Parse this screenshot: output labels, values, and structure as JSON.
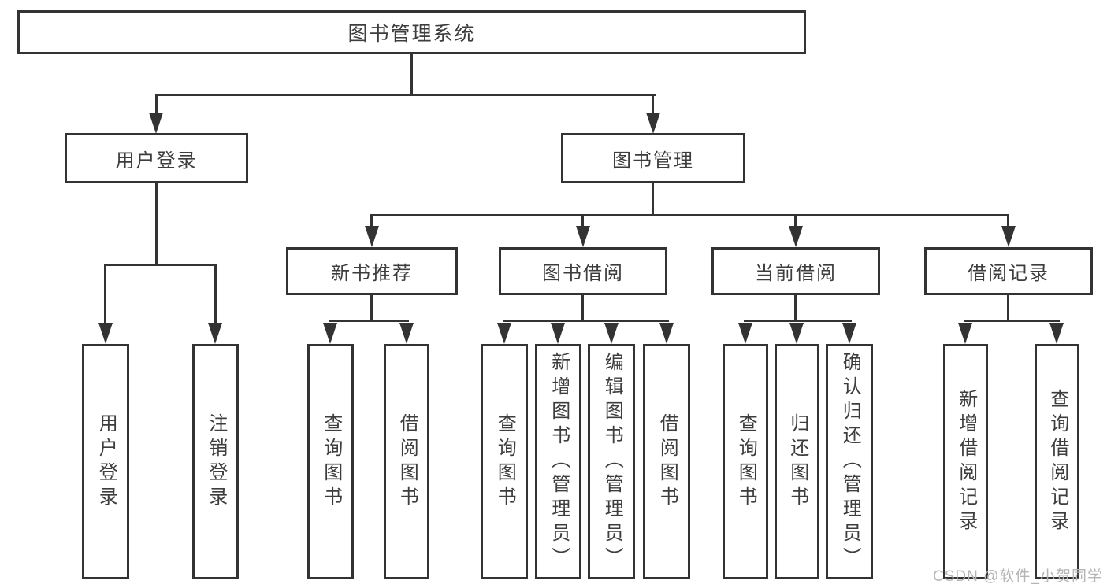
{
  "diagram": {
    "title": "图书管理系统",
    "level2": {
      "userLogin": "用户登录",
      "bookManagement": "图书管理"
    },
    "level3": {
      "newBookRecommend": "新书推荐",
      "bookBorrow": "图书借阅",
      "currentBorrow": "当前借阅",
      "borrowRecords": "借阅记录"
    },
    "leaves": {
      "userLogin": [
        "用户登录",
        "注销登录"
      ],
      "newBookRecommend": [
        "查询图书",
        "借阅图书"
      ],
      "bookBorrow": [
        "查询图书",
        "新增图书（管理员）",
        "编辑图书（管理员）",
        "借阅图书"
      ],
      "currentBorrow": [
        "查询图书",
        "归还图书",
        "确认归还（管理员）"
      ],
      "borrowRecords": [
        "新增借阅记录",
        "查询借阅记录"
      ]
    }
  },
  "watermark": "CSDN @软件_小贺同学",
  "colors": {
    "line": "#333333",
    "text": "#3d3d3d",
    "box_background": "#ffffff",
    "watermark": "#b5b5b5"
  }
}
